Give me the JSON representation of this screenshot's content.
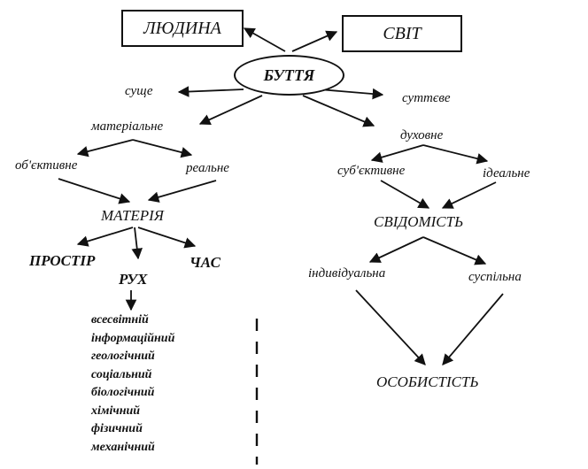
{
  "nodes": {
    "lyudyna": "ЛЮДИНА",
    "svit": "СВІТ",
    "buttya": "БУТТЯ",
    "suschche": "суще",
    "sutteve": "суттєве",
    "materialne": "матеріальне",
    "dukhovne": "духовне",
    "obiektyvne": "об'єктивне",
    "realne": "реальне",
    "subiektyvne": "суб'єктивне",
    "idealne": "ідеальне",
    "materiya": "МАТЕРІЯ",
    "svidomist": "СВІДОМІСТЬ",
    "prostir": "ПРОСТІР",
    "rukh": "РУХ",
    "chas": "ЧАС",
    "indyvidualna": "індивідуальна",
    "suspilna": "суспільна",
    "osobystist": "ОСОБИСТІСТЬ"
  },
  "motion_forms": [
    "всесвітній",
    "інформаційний",
    "геологічний",
    "соціальний",
    "біологічний",
    "хімічний",
    "фізичний",
    "механічний"
  ]
}
